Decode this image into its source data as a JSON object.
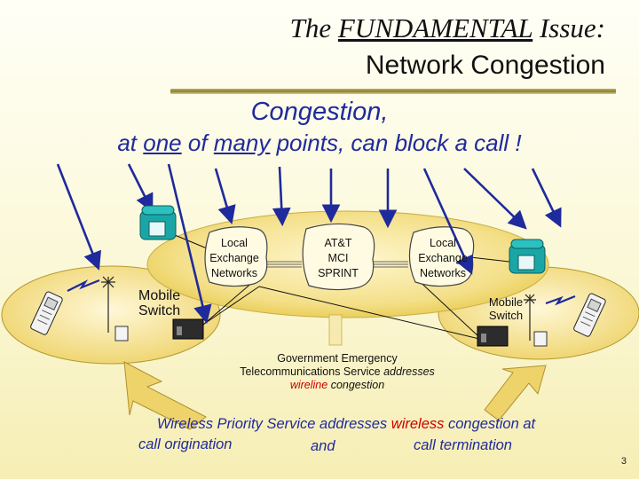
{
  "title": {
    "line1_prefix": "The ",
    "line1_emphasis": "FUNDAMENTAL",
    "line1_suffix": " Issue:",
    "line2": "Network Congestion"
  },
  "headline": {
    "line1": "Congestion,",
    "line2_a": "at ",
    "line2_b": "one",
    "line2_c": " of ",
    "line2_d": "many",
    "line2_e": " points, can block a call !"
  },
  "nodes": {
    "left_lec": [
      "Local",
      "Exchange",
      "Networks"
    ],
    "ixc": [
      "AT&T",
      "MCI",
      "SPRINT"
    ],
    "right_lec": [
      "Local",
      "Exchange",
      "Networks"
    ],
    "left_mobile": [
      "Mobile",
      "Switch"
    ],
    "right_mobile": [
      "Mobile",
      "Switch"
    ]
  },
  "gets": {
    "line1": "Government Emergency",
    "line2_a": "Telecommunications Service ",
    "line2_b": "addresses",
    "line3_a": "wireline",
    "line3_b": " congestion"
  },
  "wps": {
    "line1_a": "Wireless Priority Service addresses ",
    "line1_b": "wireless",
    "line1_c": " congestion at",
    "line2_a": "call origination",
    "line2_b": "and",
    "line2_c": "call termination"
  },
  "page_number": "3",
  "colors": {
    "headline": "#1f2a9c",
    "emphasis_red": "#cc0000",
    "arrow_blue": "#1f2a9c",
    "cloud_gold": "#f0d45a",
    "phone_teal": "#1aa6a6"
  },
  "icons": [
    "telephone-icon",
    "cell-phone-icon",
    "antenna-tower-icon",
    "switch-box-icon",
    "lightning-icon",
    "block-arrow-icon"
  ]
}
